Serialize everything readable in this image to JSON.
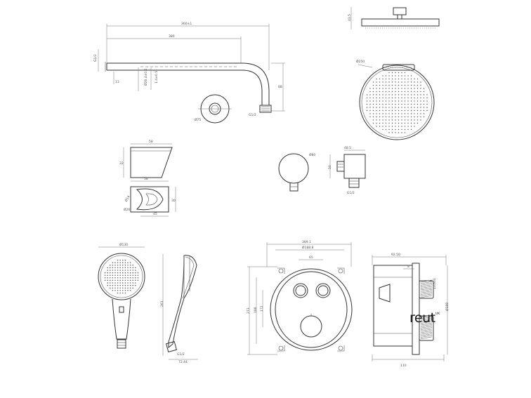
{
  "dims": {
    "arm_total": "360±1",
    "arm_inner": "380",
    "arm_height": "G1/2",
    "arm_a": "13",
    "arm_b": "Ø28.4±0.5",
    "arm_c": "1.4±0.5",
    "arm_drop": "88",
    "arm_end": "G1/2",
    "flange": "Ø75",
    "head_h": "41.5",
    "head_d": "Ø250",
    "holder_w": "58",
    "holder_h": "32",
    "holder_base_w": "58",
    "holder_base_h": "30",
    "holder_c": "Ø14",
    "holder_d": "Ø26",
    "holder_e": "45",
    "outlet_d": "Ø80",
    "outlet_a": "48.5",
    "outlet_b": "50",
    "outlet_c": "G1/2",
    "hand_d": "Ø130",
    "hand_len": "261",
    "hand_g": "G1/2",
    "hand_w": "72.44",
    "valve_w": "389.1",
    "valve_w2": "Ø188.8",
    "valve_inner": "65",
    "valve_h": "273",
    "valve_h2": "188",
    "valve_h3": "172",
    "side_total": "92.50",
    "side_depth": "110",
    "side_a": "8",
    "side_b": "13.600",
    "side_c": "Ø188"
  },
  "logo": {
    "text": "reut",
    "mark": "UK"
  }
}
